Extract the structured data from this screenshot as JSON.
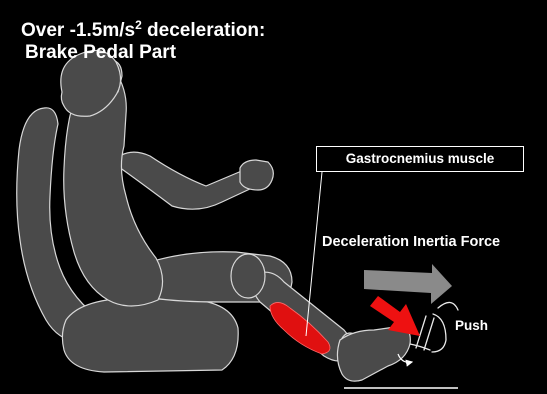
{
  "title": {
    "line1_prefix": "Over -1.5m/s",
    "line1_sup": "2",
    "line1_suffix": " deceleration:",
    "line2": "Brake Pedal Part"
  },
  "labels": {
    "muscle": "Gastrocnemius muscle",
    "inertia": "Deceleration Inertia Force",
    "push": "Push"
  },
  "colors": {
    "background": "#000000",
    "figure_fill": "#4a4a4a",
    "figure_outline": "#d8d8d8",
    "muscle_red": "#e01010",
    "inertia_arrow": "#8a8a8a",
    "push_arrow": "#ee1111"
  },
  "icons": [
    "seated-driver-figure",
    "seat",
    "brake-pedal",
    "inertia-arrow",
    "push-arrow"
  ]
}
